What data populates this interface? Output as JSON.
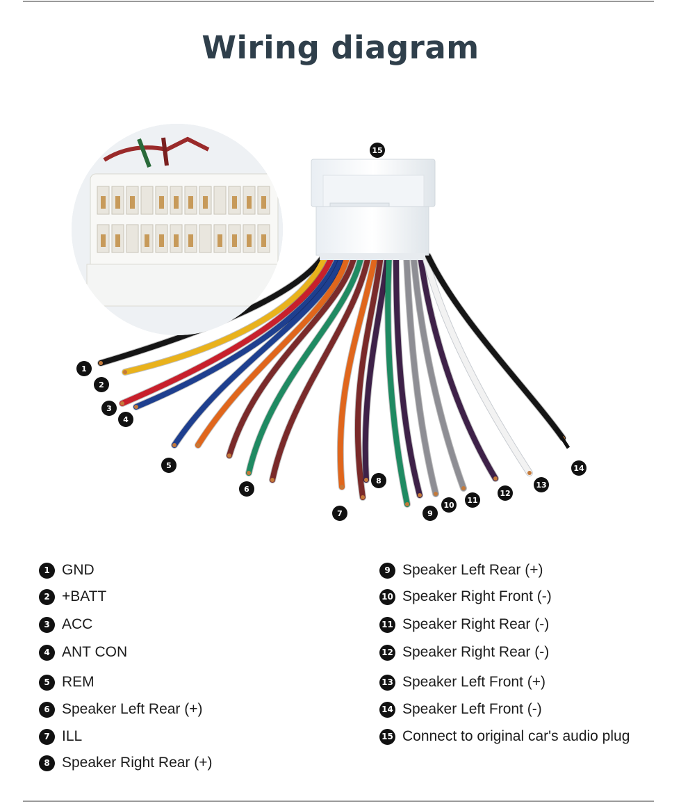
{
  "title": "Wiring diagram",
  "legend": [
    {
      "num": "1",
      "label": "GND"
    },
    {
      "num": "2",
      "label": "+BATT"
    },
    {
      "num": "3",
      "label": "ACC"
    },
    {
      "num": "4",
      "label": "ANT CON"
    },
    {
      "num": "5",
      "label": "REM"
    },
    {
      "num": "6",
      "label": "Speaker Left Rear (+)"
    },
    {
      "num": "7",
      "label": "ILL"
    },
    {
      "num": "8",
      "label": "Speaker Right Rear (+)"
    },
    {
      "num": "9",
      "label": "Speaker Left Rear (+)"
    },
    {
      "num": "10",
      "label": "Speaker Right Front (-)"
    },
    {
      "num": "11",
      "label": "Speaker Right Rear (-)"
    },
    {
      "num": "12",
      "label": "Speaker Right Rear (-)"
    },
    {
      "num": "13",
      "label": "Speaker Left Front (+)"
    },
    {
      "num": "14",
      "label": "Speaker Left Front (-)"
    },
    {
      "num": "15",
      "label": "Connect to original car's audio plug"
    }
  ],
  "wire_colors": {
    "black": "#151515",
    "yellow": "#e9b21c",
    "red": "#c8202c",
    "blue": "#1e3f8f",
    "orange": "#e0661c",
    "brown": "#7a2a2a",
    "green": "#1f8a62",
    "purple": "#3e2148",
    "gray": "#8e8e94",
    "white": "#f2f2f2"
  }
}
